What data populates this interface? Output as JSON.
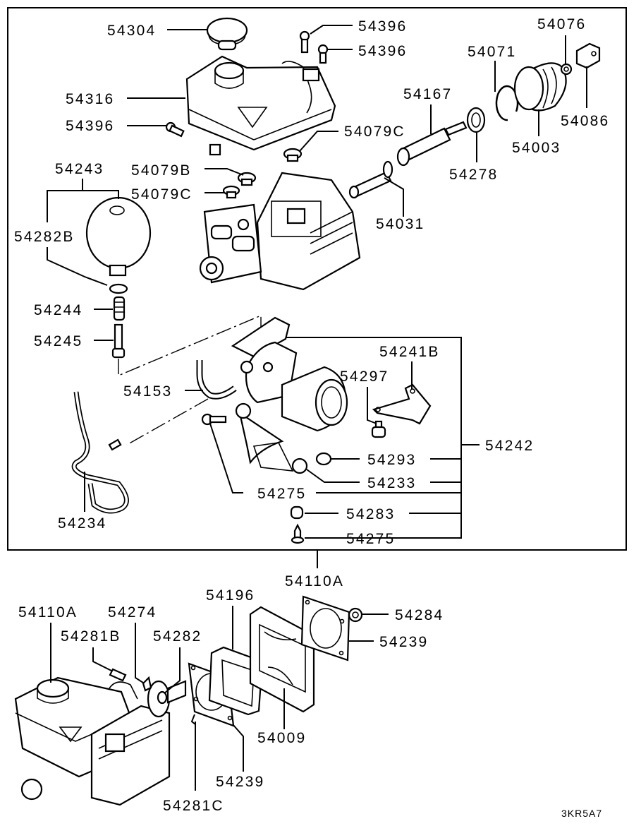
{
  "diagram": {
    "type": "exploded-parts-diagram",
    "subject": "Brake master cylinder / hydraulic unit assembly",
    "reference_code": "3KR5A7",
    "labels": {
      "cap": "54304",
      "reservoir": "54316",
      "screw_top_1": "54396",
      "screw_top_2": "54396",
      "screw_reservoir": "54396",
      "grommet_c_top": "54079C",
      "grommet_b": "54079B",
      "grommet_c": "54079C",
      "accumulator_group": "54243",
      "accumulator_oring": "54282B",
      "spring": "54244",
      "bolt": "54245",
      "boot_retainer": "54076",
      "snap_ring": "54071",
      "push_rod_sleeve": "54167",
      "boot": "54003",
      "clevis": "54086",
      "seal": "54278",
      "push_rod": "54031",
      "hose": "54153",
      "bracket": "54241B",
      "bleeder": "54297",
      "pump_motor_assy": "54242",
      "clip": "54293",
      "pipe_clamp": "54233",
      "screw_1": "54275",
      "nut": "54283",
      "screw_2": "54275",
      "pipe": "54234",
      "assy_ref_top": "54110A",
      "assy_ref_bottom": "54110A",
      "pin_b": "54281B",
      "packing": "54274",
      "oring": "54282",
      "spacer": "54196",
      "nut_gasket": "54284",
      "gasket_right": "54239",
      "insulator": "54009",
      "gasket_left": "54239",
      "pin_c": "54281C"
    }
  }
}
